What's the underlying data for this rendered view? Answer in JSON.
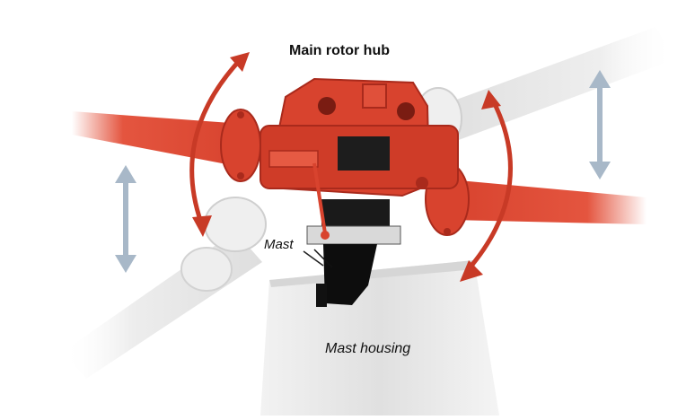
{
  "labels": {
    "title": "Main rotor hub",
    "mast": "Mast",
    "housing": "Mast housing"
  },
  "colors": {
    "hub_red": "#d8432e",
    "hub_dark_red": "#a92a1c",
    "blade_white": "#ececec",
    "blade_shadow": "#cfcfcf",
    "housing_grey": "#e4e4e4",
    "flap_arrow": "#a8b8c8",
    "lead_lag_arrow": "#c83a26",
    "mast_black": "#111111"
  },
  "icons": [
    "flap-arrow-icon",
    "lead-lag-arrow-icon"
  ]
}
